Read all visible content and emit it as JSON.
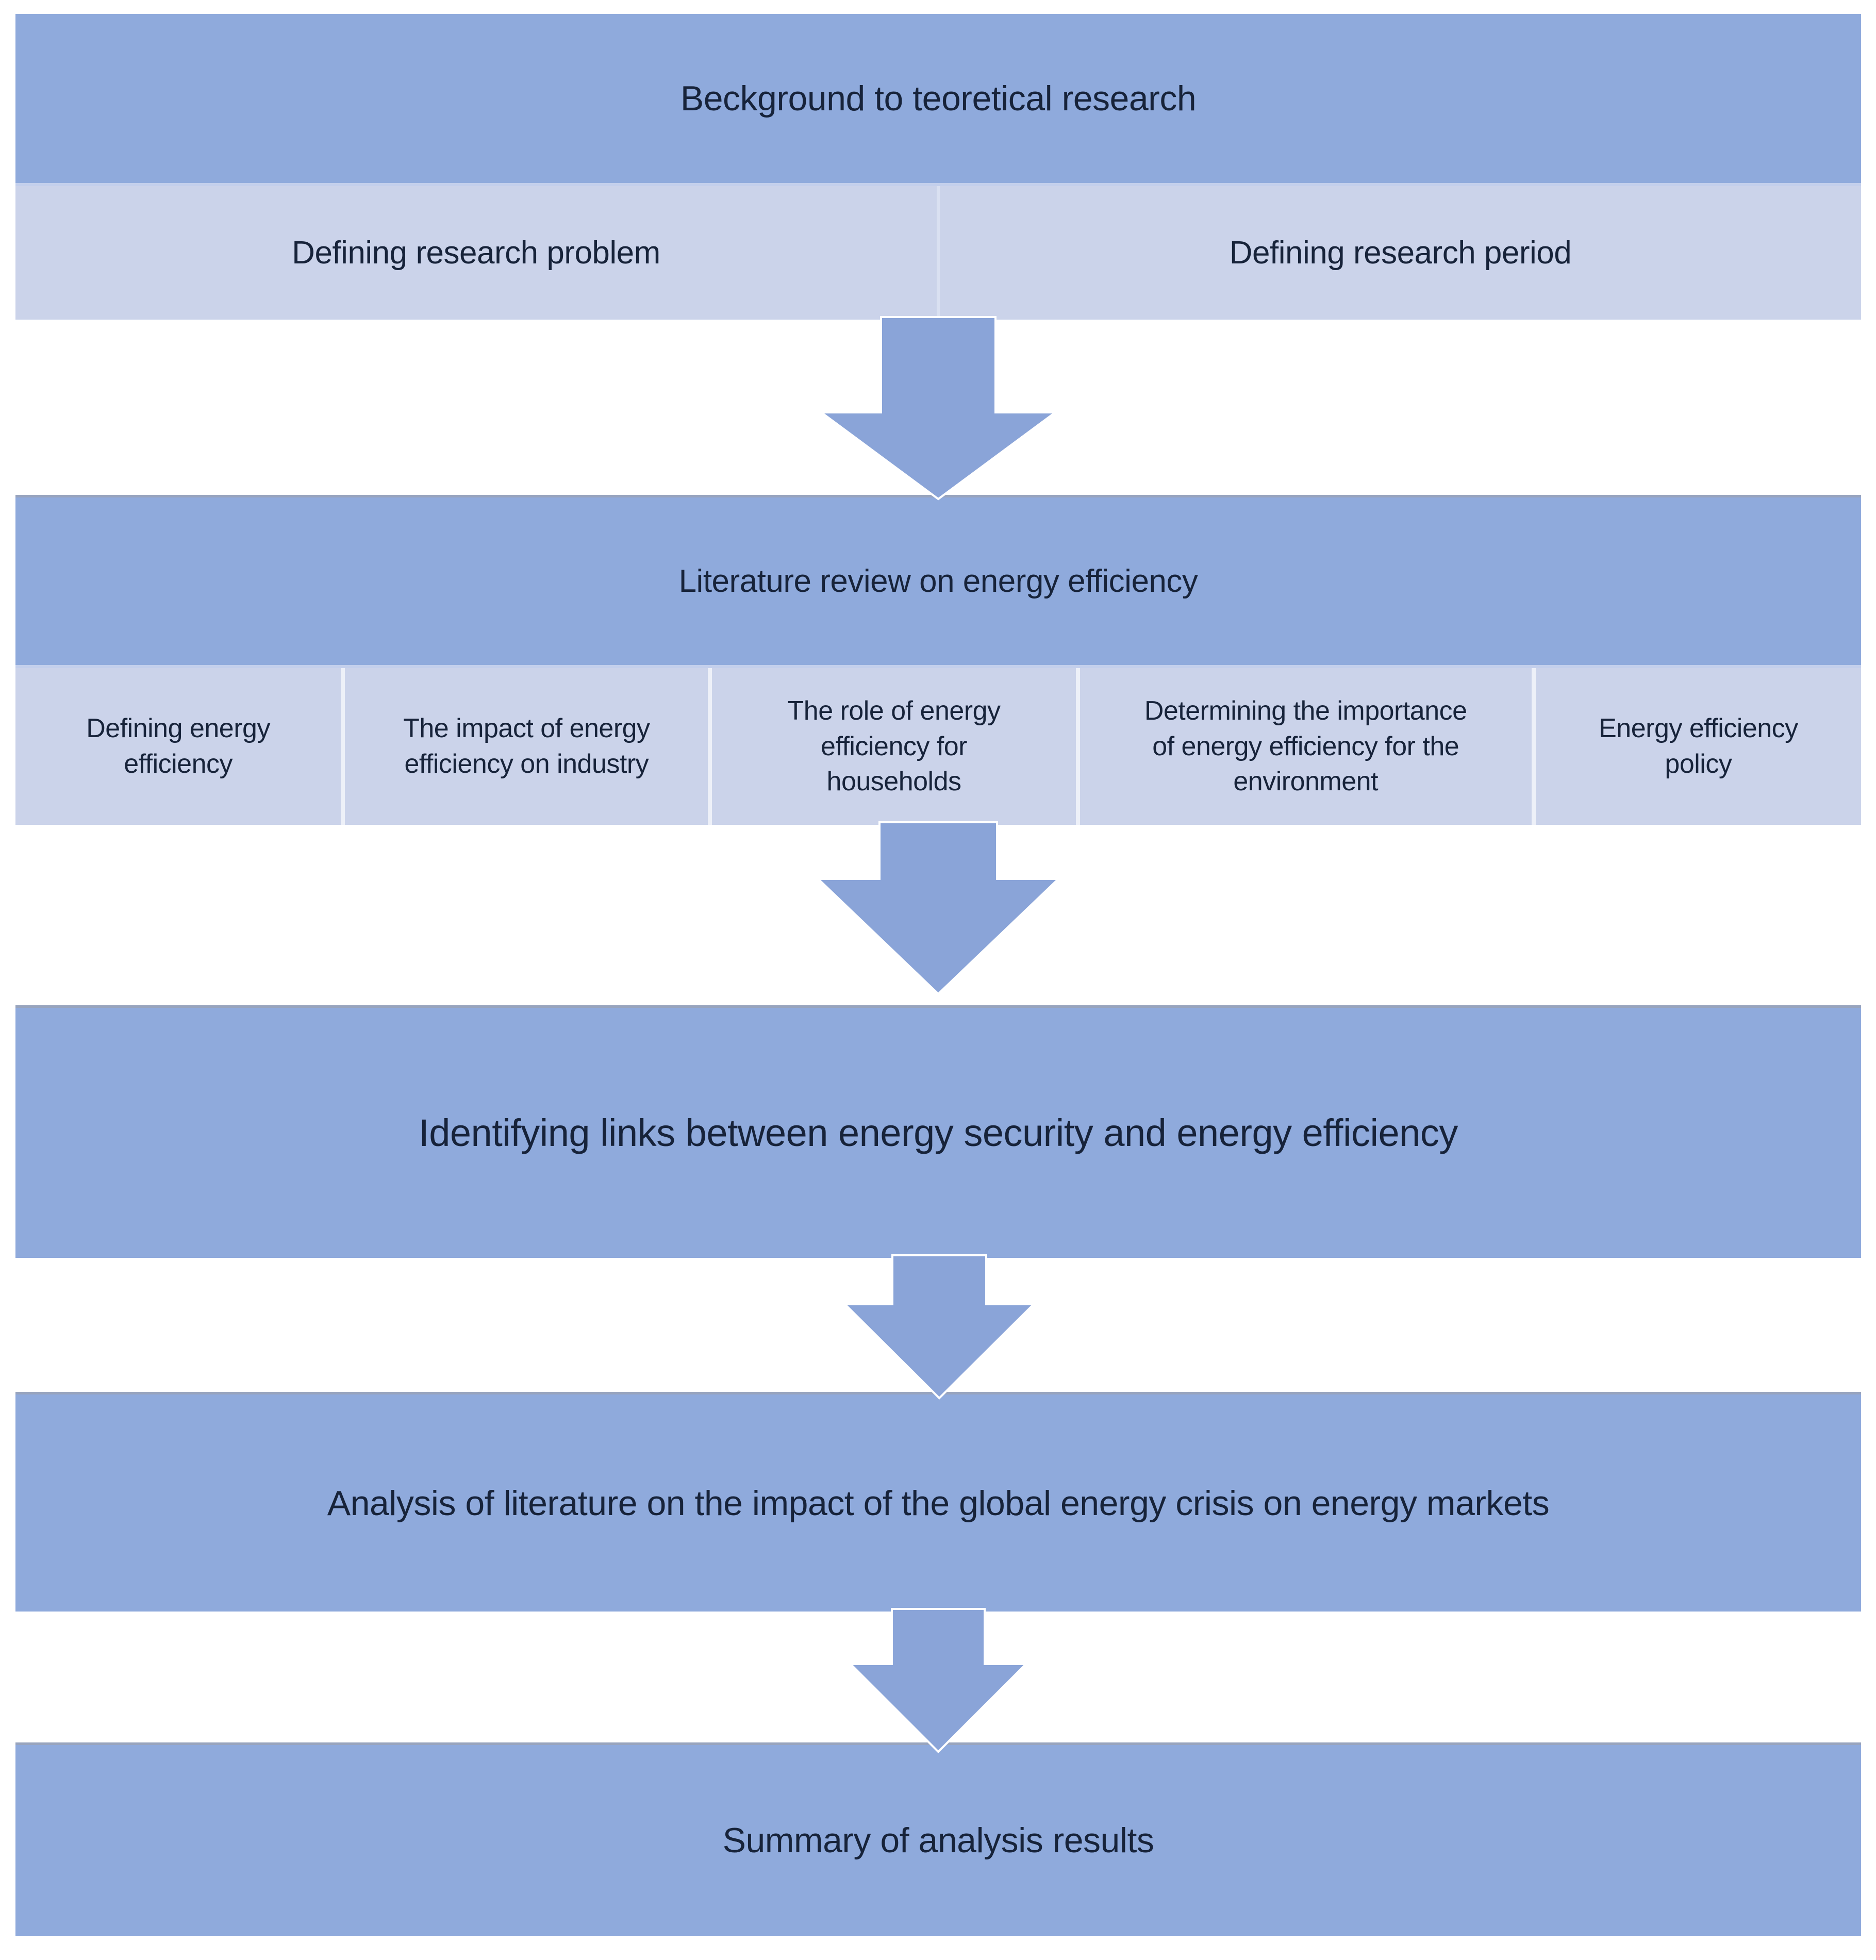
{
  "colors": {
    "band_blue": "#8FAADC",
    "cell_light_blue": "#CBD3EA",
    "arrow_blue": "#8AA4D8",
    "text_navy": "#17233A"
  },
  "flow": {
    "stage1": {
      "header": "Beckground to teoretical research",
      "cells": [
        {
          "label": "Defining research problem"
        },
        {
          "label": "Defining research period"
        }
      ]
    },
    "stage2": {
      "header": "Literature review on energy efficiency",
      "cells": [
        {
          "label": "Defining energy\nefficiency"
        },
        {
          "label": "The impact of energy\nefficiency on industry"
        },
        {
          "label": "The role of energy\nefficiency for\nhouseholds"
        },
        {
          "label": "Determining the importance\nof energy efficiency for the\nenvironment"
        },
        {
          "label": "Energy efficiency\npolicy"
        }
      ]
    },
    "stage3": {
      "label": "Identifying links between energy security and energy efficiency"
    },
    "stage4": {
      "label": "Analysis of literature on the impact of the global energy crisis on energy markets"
    },
    "stage5": {
      "label": "Summary of analysis results"
    }
  }
}
